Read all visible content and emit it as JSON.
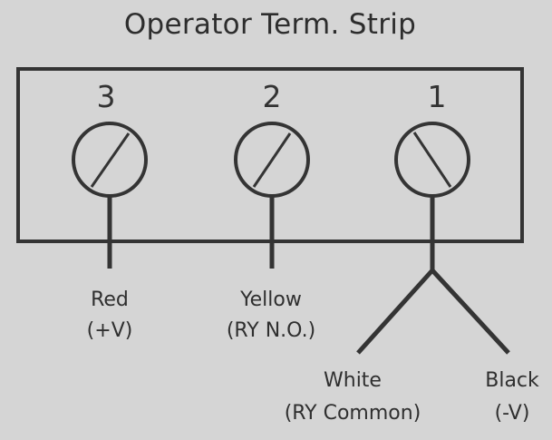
{
  "diagram": {
    "title": "Operator Term. Strip",
    "terminals": [
      {
        "number": "3",
        "wire_name": "Red",
        "wire_note": "(+V)"
      },
      {
        "number": "2",
        "wire_name": "Yellow",
        "wire_note": "(RY N.O.)"
      },
      {
        "number": "1"
      }
    ],
    "branch_wires": [
      {
        "wire_name": "White",
        "wire_note": "(RY Common)"
      },
      {
        "wire_name": "Black",
        "wire_note": "(-V)"
      }
    ],
    "colors": {
      "background": "#d5d5d5",
      "ink": "#333333"
    }
  }
}
